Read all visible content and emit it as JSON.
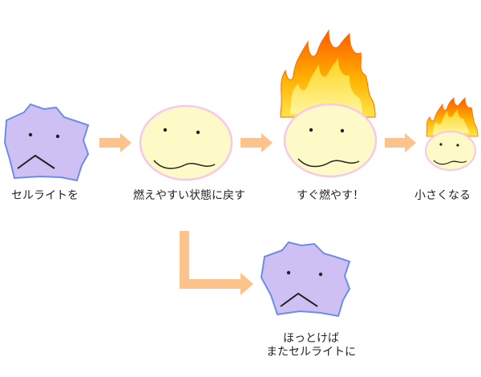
{
  "steps": [
    {
      "label": "セルライトを"
    },
    {
      "label": "燃えやすい状態に戻す"
    },
    {
      "label": "すぐ燃やす！"
    },
    {
      "label": "小さくなる"
    }
  ],
  "alternative": {
    "line1": "ほっとけば",
    "line2": "またセルライトに"
  },
  "colors": {
    "cellulite_fill": "#cec0f2",
    "cellulite_stroke": "#6b8de8",
    "blob_fill": "#fdfac8",
    "blob_stroke": "#f8c8e6",
    "arrow": "#fdc38c",
    "flame_outer": "#ff5a00",
    "flame_mid": "#ffb000",
    "flame_inner": "#ffe64a"
  },
  "icons": [
    "cellulite-blob-icon",
    "soft-blob-icon",
    "burning-blob-icon",
    "small-burning-blob-icon",
    "arrow-right-icon",
    "elbow-arrow-icon"
  ]
}
